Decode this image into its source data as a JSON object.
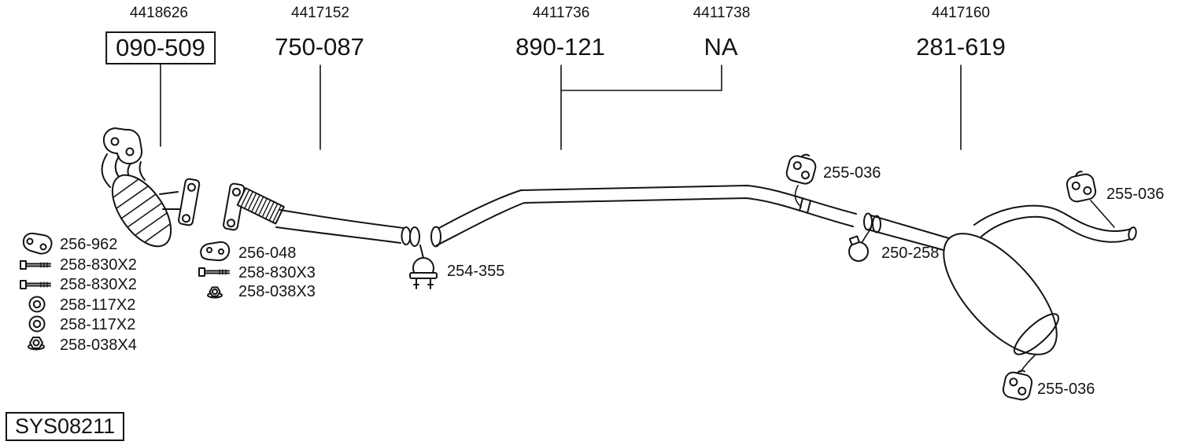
{
  "diagram": {
    "system_code": "SYS08211",
    "colors": {
      "ink": "#141414",
      "background": "#ffffff"
    },
    "columns": [
      {
        "ref": "4418626",
        "code": "090-509",
        "boxed": true
      },
      {
        "ref": "4417152",
        "code": "750-087",
        "boxed": false
      },
      {
        "ref": "4411736",
        "code": "890-121",
        "boxed": false
      },
      {
        "ref": "4411738",
        "code": "NA",
        "boxed": false
      },
      {
        "ref": "4417160",
        "code": "281-619",
        "boxed": false
      }
    ],
    "front_parts": [
      {
        "icon": "gasket-icon",
        "label": "256-962"
      },
      {
        "icon": "bolt-icon",
        "label": "258-830X2"
      },
      {
        "icon": "bolt-icon",
        "label": "258-830X2"
      },
      {
        "icon": "washer-icon",
        "label": "258-117X2"
      },
      {
        "icon": "washer-icon",
        "label": "258-117X2"
      },
      {
        "icon": "flange-nut-icon",
        "label": "258-038X4"
      }
    ],
    "mid_parts": [
      {
        "icon": "gasket-icon",
        "label": "256-048"
      },
      {
        "icon": "bolt-icon",
        "label": "258-830X3"
      },
      {
        "icon": "flange-nut-icon",
        "label": "258-038X3"
      }
    ],
    "callouts": {
      "front_clamp": "254-355",
      "mid_hanger": "255-036",
      "rear_clamp": "250-258",
      "tail_hanger": "255-036",
      "muffler_hanger": "255-036"
    }
  }
}
